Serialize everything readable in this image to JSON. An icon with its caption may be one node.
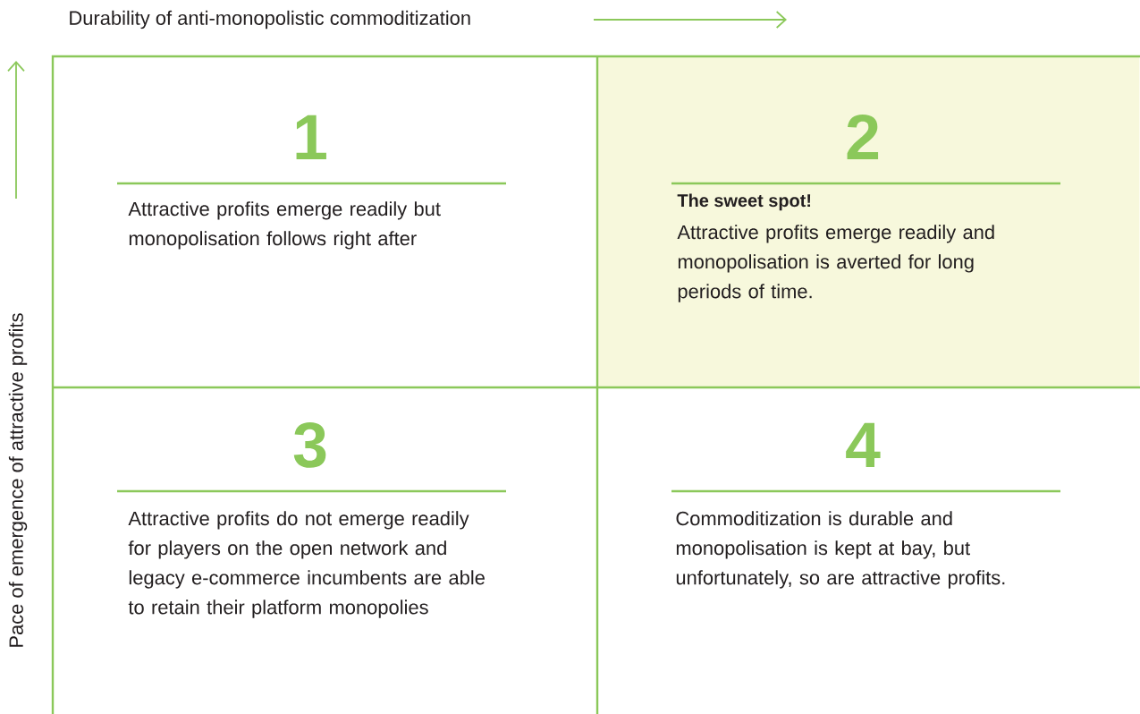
{
  "diagram": {
    "nodes": [
      {
        "text": [
          "1",
          "Attractive profits emerge readily but monopolisation follows right after"
        ]
      },
      {
        "text": [
          "2",
          "The sweet spot!",
          "Attractive profits emerge readily and monopolisation is averted for long periods of time."
        ]
      },
      {
        "text": [
          "3",
          "Attractive profits do not emerge readily for players on the open network and legacy e-commerce incumbents are able to retain their platform monopolies"
        ]
      },
      {
        "text": [
          "4",
          "Commoditization is durable and monopolisation is kept at bay, but unfortunately, so are attractive profits."
        ]
      }
    ],
    "labels": [
      "Durability of anti-monopolistic commoditization",
      "Pace of emergence of attractive profits"
    ]
  }
}
